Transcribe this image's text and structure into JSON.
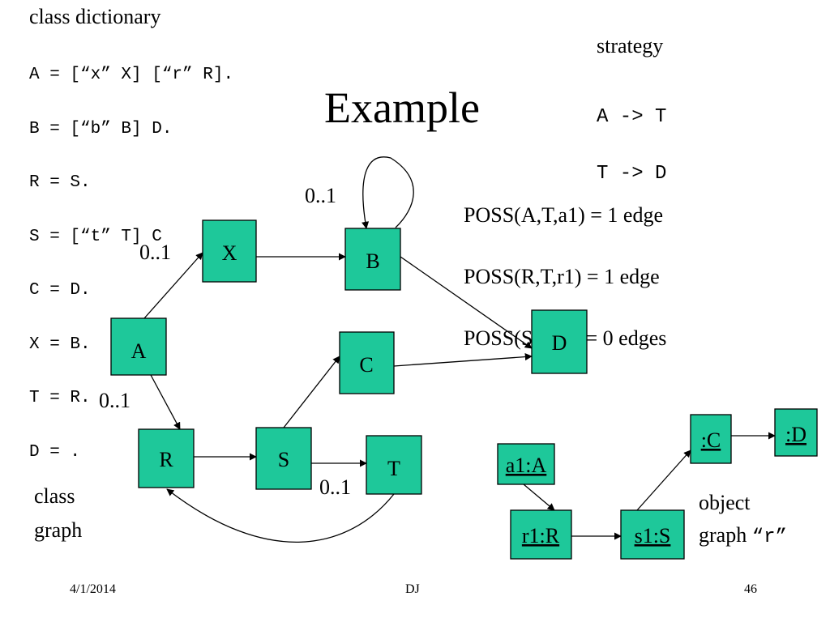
{
  "title": "Example",
  "class_dictionary": {
    "title": "class dictionary",
    "lines": [
      "A = [“x” X] [“r” R].",
      "B = [“b” B] D.",
      "R = S.",
      "S = [“t” T] C",
      "C = D.",
      "X = B.",
      "T = R.",
      "D = ."
    ]
  },
  "strategy": {
    "title": "strategy",
    "lines": [
      "A -> T",
      "T -> D"
    ]
  },
  "poss": [
    "POSS(A,T,a1) = 1 edge",
    "POSS(R,T,r1) = 1 edge",
    "POSS(S,T,s1) = 0 edges"
  ],
  "class_graph": {
    "label_line1": "class",
    "label_line2": "graph",
    "nodes": {
      "A": "A",
      "X": "X",
      "B": "B",
      "D": "D",
      "C": "C",
      "R": "R",
      "S": "S",
      "T": "T"
    },
    "edge_labels": {
      "b_self": "0..1",
      "a_x": "0..1",
      "a_r": "0..1",
      "s_t": "0..1"
    }
  },
  "object_graph": {
    "label_line1": "object",
    "label_line2_text": "graph ",
    "label_line2_code": "“r”",
    "nodes": {
      "a1": "a1:A",
      "r1": "r1:R",
      "s1": "s1:S",
      "c": ":C",
      "d": ":D"
    }
  },
  "footer": {
    "date": "4/1/2014",
    "author": "DJ",
    "page": "46"
  },
  "colors": {
    "node_fill": "#1ec89a",
    "stroke": "#000000"
  }
}
